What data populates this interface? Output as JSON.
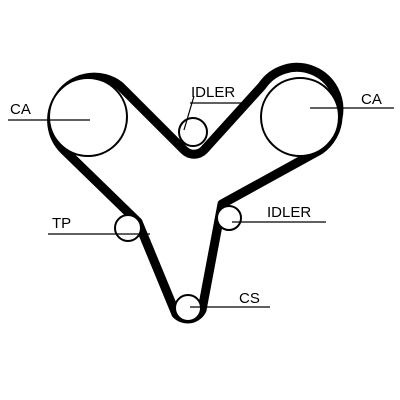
{
  "labels": {
    "camshaft_left": "CA",
    "camshaft_right": "CA",
    "idler_top": "IDLER",
    "idler_right": "IDLER",
    "tensioner": "TP",
    "crankshaft": "CS"
  }
}
